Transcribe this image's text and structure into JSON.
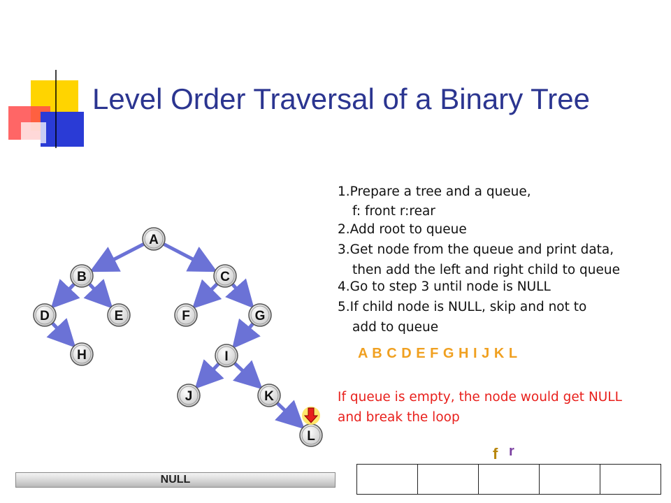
{
  "title": "Level Order Traversal of a Binary Tree",
  "colors": {
    "title": "#2b3590",
    "edge": "#6b72d6",
    "node_fill": "#e2e2e2",
    "order": "#f0a020",
    "note": "#e8201c",
    "pointer_f": "#b8860b",
    "pointer_r": "#7a3fa0"
  },
  "tree": {
    "nodes": [
      {
        "id": "A",
        "label": "A"
      },
      {
        "id": "B",
        "label": "B"
      },
      {
        "id": "C",
        "label": "C"
      },
      {
        "id": "D",
        "label": "D"
      },
      {
        "id": "E",
        "label": "E"
      },
      {
        "id": "F",
        "label": "F"
      },
      {
        "id": "G",
        "label": "G"
      },
      {
        "id": "H",
        "label": "H"
      },
      {
        "id": "I",
        "label": "I"
      },
      {
        "id": "J",
        "label": "J"
      },
      {
        "id": "K",
        "label": "K"
      },
      {
        "id": "L",
        "label": "L"
      }
    ],
    "edges": [
      [
        "A",
        "B"
      ],
      [
        "A",
        "C"
      ],
      [
        "B",
        "D"
      ],
      [
        "B",
        "E"
      ],
      [
        "C",
        "F"
      ],
      [
        "C",
        "G"
      ],
      [
        "D",
        "H"
      ],
      [
        "G",
        "I"
      ],
      [
        "I",
        "J"
      ],
      [
        "I",
        "K"
      ],
      [
        "K",
        "L"
      ]
    ],
    "highlighted_node": "L",
    "highlight_icon": "down-arrow-icon"
  },
  "steps": {
    "s1": "1.Prepare a tree and a queue,",
    "s1b": "f: front   r:rear",
    "s2": "2.Add root to queue",
    "s3": "3.Get node from the queue and print data,",
    "s3b": "then add the left and right child to queue",
    "s4": "4.Go to step 3 until node is NULL",
    "s5": "5.If child node is NULL, skip and not to",
    "s5b": "add to queue"
  },
  "traversal_order": "A B C D E F G H I J K L",
  "note": {
    "line1": "If queue is empty, the node would get NULL",
    "line2": "and  break the loop"
  },
  "null_label": "NULL",
  "queue": {
    "cell_count": 5,
    "front_label": "f",
    "rear_label": "r"
  }
}
